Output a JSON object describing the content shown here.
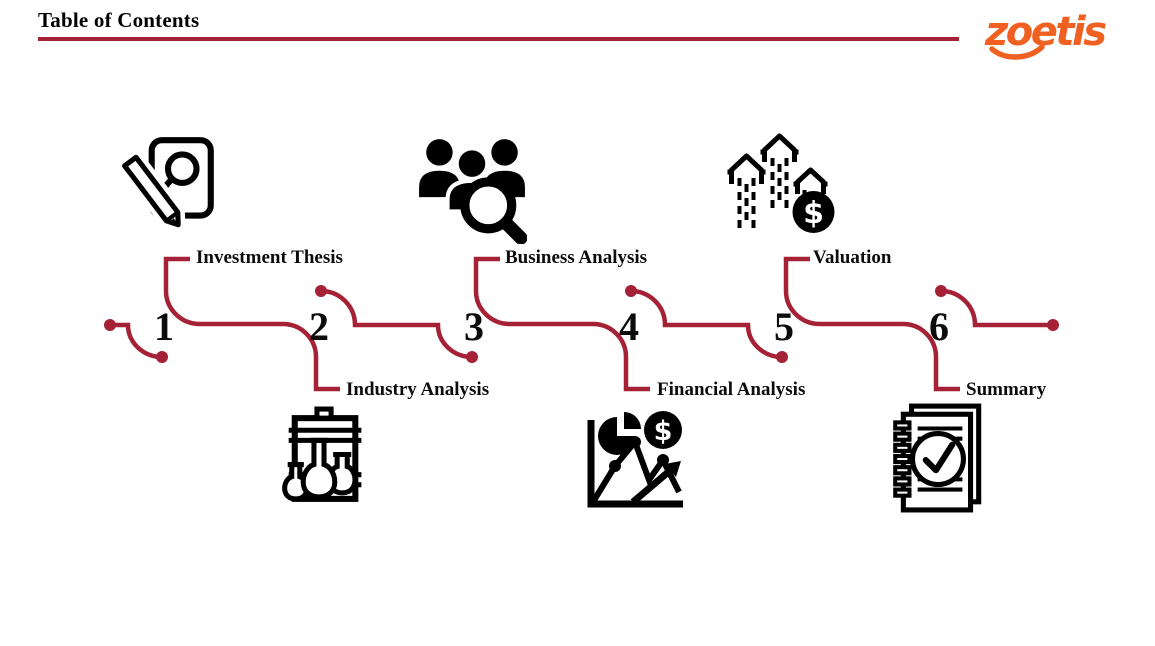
{
  "slide": {
    "title": "Table of Contents",
    "brand": {
      "logo_text": "zoetis",
      "logo_color": "#F06021"
    }
  },
  "colors": {
    "accent_red": "#A52236",
    "ink": "#000000",
    "background": "#FFFFFF"
  },
  "glyphs": {
    "dollar": "$"
  },
  "toc": {
    "items": [
      {
        "number": "1",
        "label": "Investment Thesis",
        "label_position": "above",
        "icon": "document-search-pencil-icon"
      },
      {
        "number": "2",
        "label": "Industry Analysis",
        "label_position": "below",
        "icon": "chemical-flasks-icon"
      },
      {
        "number": "3",
        "label": "Business Analysis",
        "label_position": "above",
        "icon": "team-search-icon"
      },
      {
        "number": "4",
        "label": "Financial Analysis",
        "label_position": "below",
        "icon": "financial-charts-dollar-icon"
      },
      {
        "number": "5",
        "label": "Valuation",
        "label_position": "above",
        "icon": "growth-arrows-dollar-icon"
      },
      {
        "number": "6",
        "label": "Summary",
        "label_position": "below",
        "icon": "report-checkmark-icon"
      }
    ]
  }
}
